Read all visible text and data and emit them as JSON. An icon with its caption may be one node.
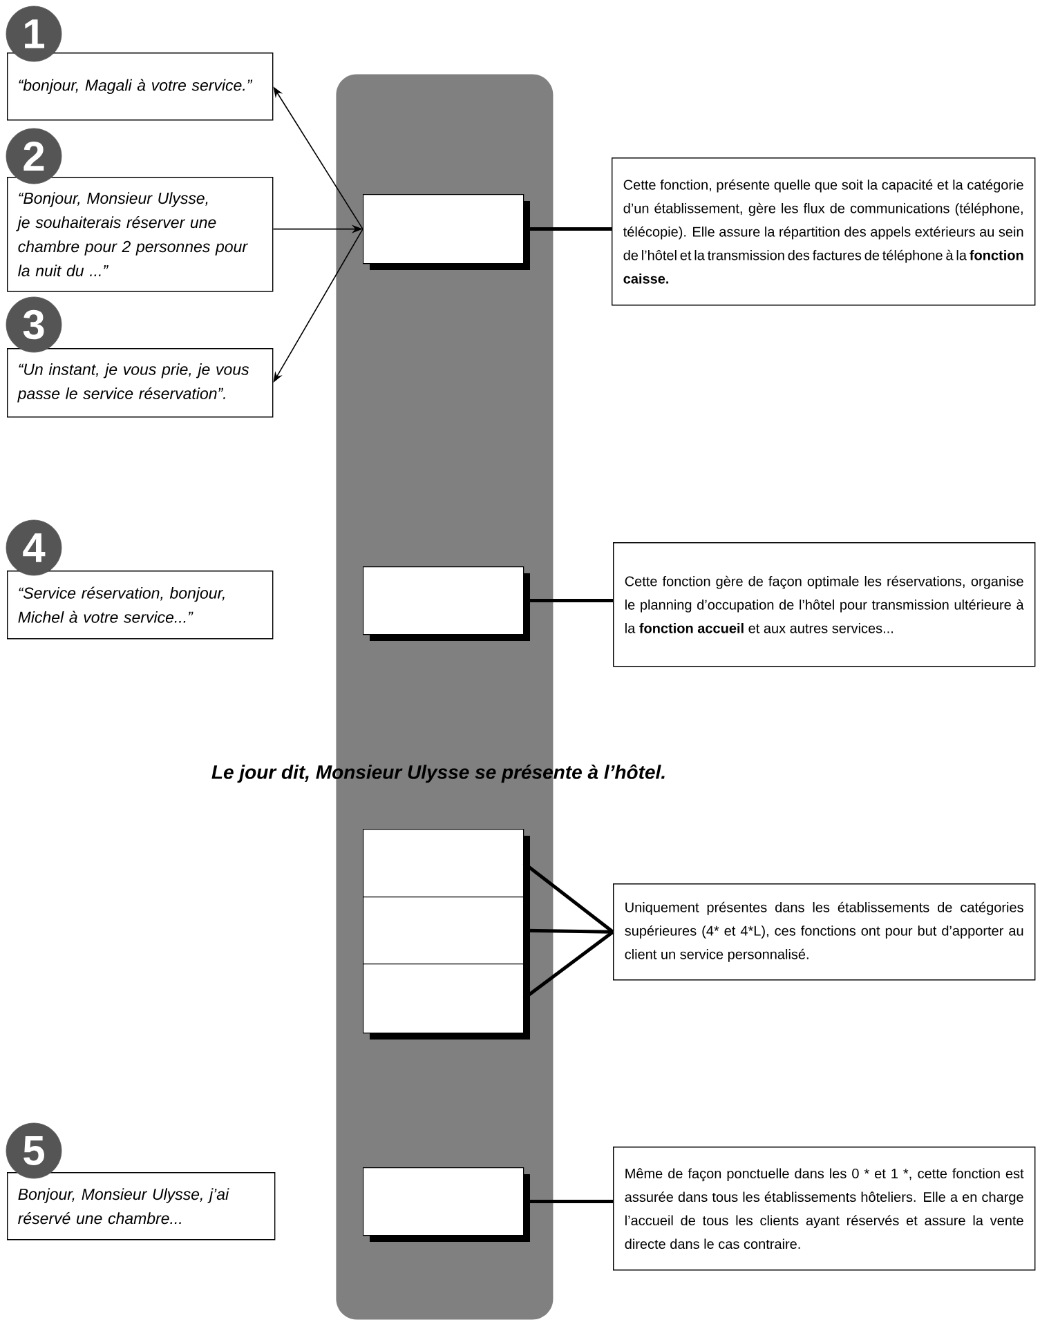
{
  "diagram": {
    "nodes": [
      {
        "text": [
          "1"
        ]
      },
      {
        "text": [
          "“bonjour, Magali à votre service.”"
        ]
      },
      {
        "text": [
          "2"
        ]
      },
      {
        "text": [
          "“Bonjour, Monsieur Ulysse, je souhaiterais réserver une chambre pour 2 personnes pour la nuit du ...”"
        ]
      },
      {
        "text": [
          "3"
        ]
      },
      {
        "text": [
          "“Un instant, je vous prie, je vous passe le service réservation”."
        ]
      },
      {
        "text": [
          "4"
        ]
      },
      {
        "text": [
          "“Service réservation, bonjour, Michel à votre service...”"
        ]
      },
      {
        "text": [
          "5"
        ]
      },
      {
        "text": [
          "Bonjour, Monsieur Ulysse, j’ai réservé une chambre..."
        ]
      },
      {
        "text": [],
        "shape": "bar"
      },
      {
        "text": [],
        "shape": "box",
        "in": 10
      },
      {
        "text": [],
        "shape": "box",
        "in": 10
      },
      {
        "text": [],
        "shape": "box",
        "in": 10
      },
      {
        "text": [],
        "shape": "box",
        "in": 10
      },
      {
        "text": [],
        "shape": "box",
        "in": 10
      },
      {
        "text": [],
        "shape": "box",
        "in": 10
      },
      {
        "text": [
          "Cette fonction, présente quelle que soit la capacité et la catégorie d’un établissement, gère les flux de communications (téléphone, télécopie). Elle assure la répartition des appels extérieurs au sein de l’hôtel et la transmission des factures de téléphone à la **fonction caisse.**"
        ]
      },
      {
        "text": [
          "Cette fonction gère de façon optimale les réservations, organise le planning d’occupation de l’hôtel pour transmission ultérieure à la **fonction accueil** et aux autres services..."
        ]
      },
      {
        "text": [
          "Uniquement présentes dans les établissements de catégories supérieures (4* et 4*L), ces fonctions ont pour but d’apporter au client un service personnalisé."
        ]
      },
      {
        "text": [
          "Même de façon ponctuelle dans les 0 * et 1 *, cette fonction est assurée dans tous les établissements hôteliers. Elle a en charge l’accueil de tous les clients ayant réservés et assure la vente directe dans le cas contraire."
        ]
      }
    ],
    "edges": [
      {
        "from": 11,
        "to": 1,
        "arrow": "to"
      },
      {
        "from": 3,
        "to": 11,
        "arrow": "to"
      },
      {
        "from": 11,
        "to": 5,
        "arrow": "to"
      },
      {
        "from": 11,
        "to": 17,
        "arrow": "none"
      },
      {
        "from": 12,
        "to": 18,
        "arrow": "none"
      },
      {
        "from": 13,
        "to": 19,
        "arrow": "none"
      },
      {
        "from": 14,
        "to": 19,
        "arrow": "none"
      },
      {
        "from": 15,
        "to": 19,
        "arrow": "none"
      },
      {
        "from": 16,
        "to": 20,
        "arrow": "none"
      }
    ],
    "labels": [
      "Le jour dit, Monsieur Ulysse se présente à l’hôtel."
    ]
  }
}
